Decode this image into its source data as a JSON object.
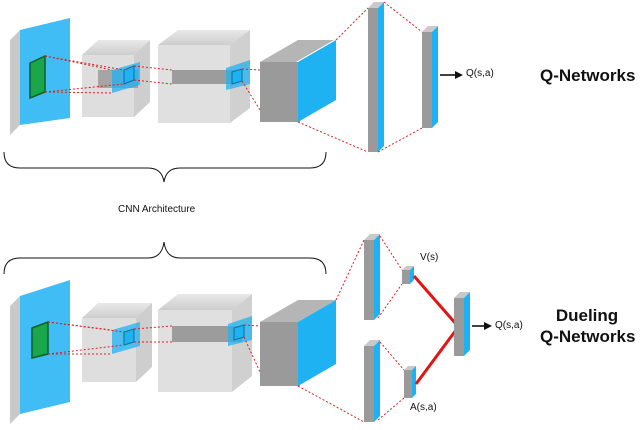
{
  "labels": {
    "top_title": "Q-Networks",
    "bottom_title_line1": "Dueling",
    "bottom_title_line2": "Q-Networks",
    "cnn_label": "CNN Architecture",
    "q_top": "Q(s,a)",
    "q_bottom": "Q(s,a)",
    "v_label": "V(s)",
    "a_label": "A(s,a)"
  },
  "colors": {
    "blue": "#1fb2f2",
    "gray_face": "#9c9c9c",
    "gray_block": "#b6b6b6",
    "gray_light": "#d9d9d9",
    "green": "#1aa64b",
    "red": "#e31414",
    "connection_dotted": "#e02020",
    "arrow": "#111111"
  }
}
